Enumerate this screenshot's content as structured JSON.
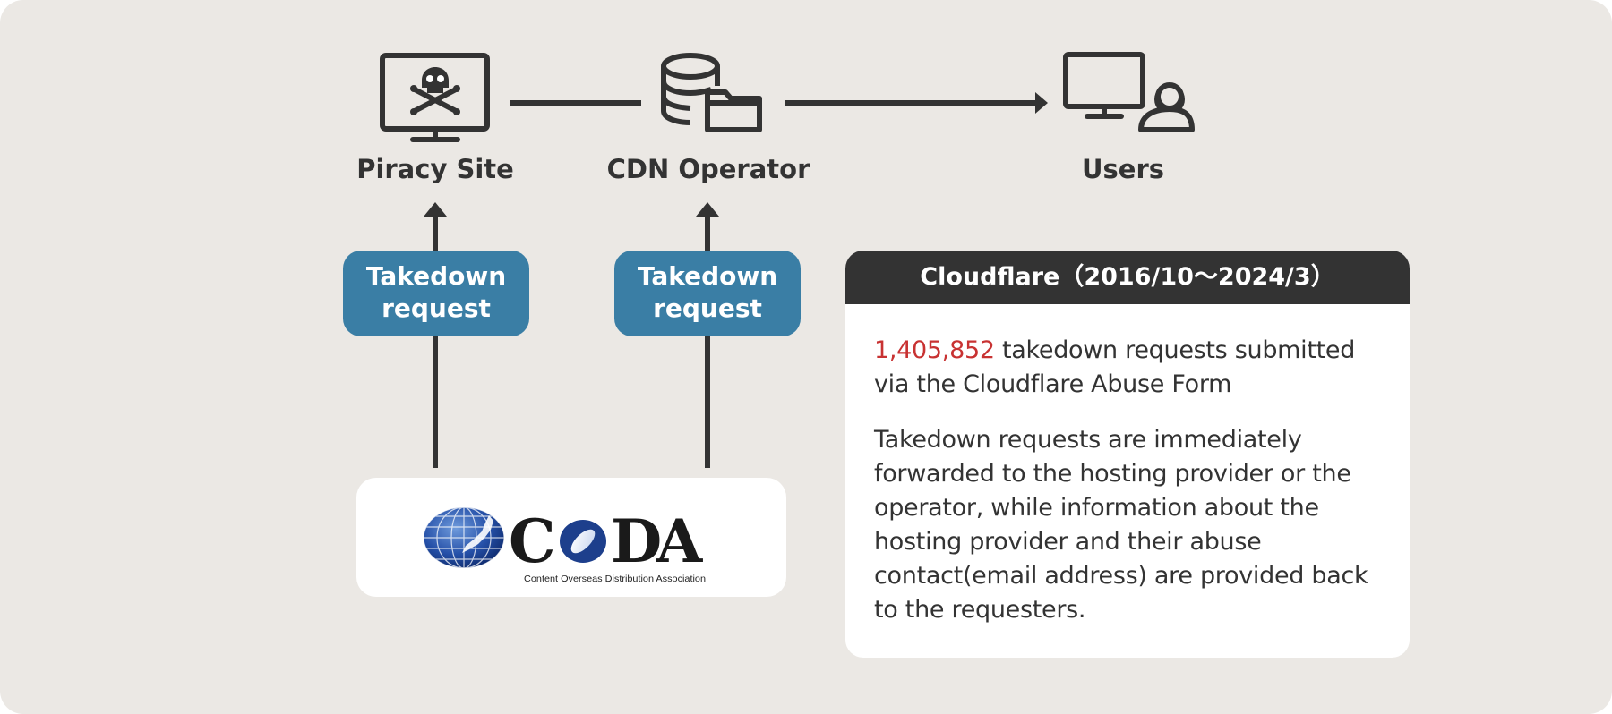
{
  "nodes": {
    "piracy_site": "Piracy Site",
    "cdn_operator": "CDN Operator",
    "users": "Users"
  },
  "takedown": {
    "left_line1": "Takedown",
    "left_line2": "request",
    "right_line1": "Takedown",
    "right_line2": "request"
  },
  "coda": {
    "name": "CODA",
    "subtitle": "Content Overseas Distribution Association"
  },
  "info": {
    "header": "Cloudflare（2016/10～2024/3）",
    "stat_number": "1,405,852",
    "stat_text": " takedown requests submitted via the Cloudflare Abuse Form",
    "description": "Takedown requests are immediately forwarded to the hosting provider or the operator, while information about the hosting provider and their abuse contact(email address) are provided back to the requesters."
  },
  "colors": {
    "background": "#ebe8e4",
    "dark": "#333333",
    "request_box": "#3a7ea5",
    "highlight": "#c83232",
    "coda_blue": "#1d3f8c"
  },
  "icons": [
    "skull-monitor-icon",
    "database-folder-icon",
    "monitor-user-icon"
  ]
}
